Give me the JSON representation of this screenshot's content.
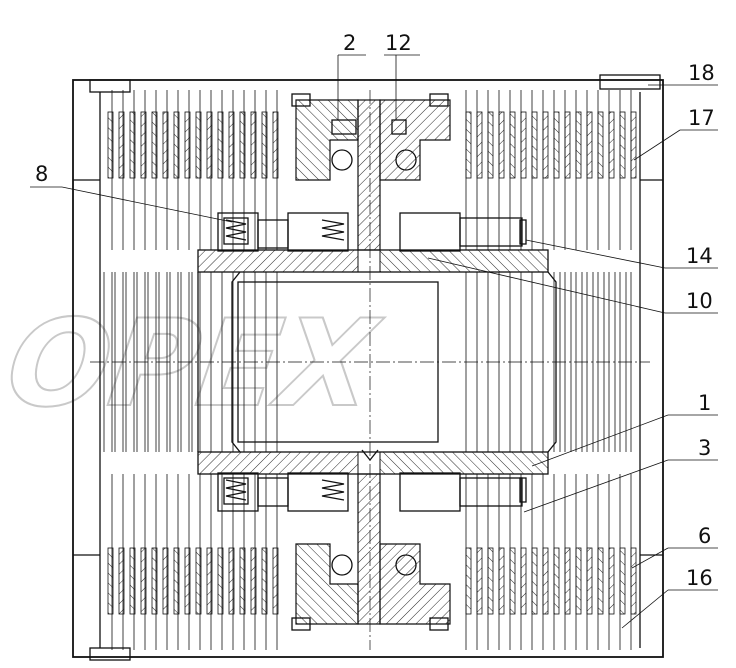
{
  "watermark": "OPEX",
  "callouts": [
    {
      "id": "callout-2",
      "text": "2"
    },
    {
      "id": "callout-12",
      "text": "12"
    },
    {
      "id": "callout-18",
      "text": "18"
    },
    {
      "id": "callout-17",
      "text": "17"
    },
    {
      "id": "callout-8",
      "text": "8"
    },
    {
      "id": "callout-14",
      "text": "14"
    },
    {
      "id": "callout-10",
      "text": "10"
    },
    {
      "id": "callout-1",
      "text": "1"
    },
    {
      "id": "callout-3",
      "text": "3"
    },
    {
      "id": "callout-6",
      "text": "6"
    },
    {
      "id": "callout-16",
      "text": "16"
    }
  ]
}
